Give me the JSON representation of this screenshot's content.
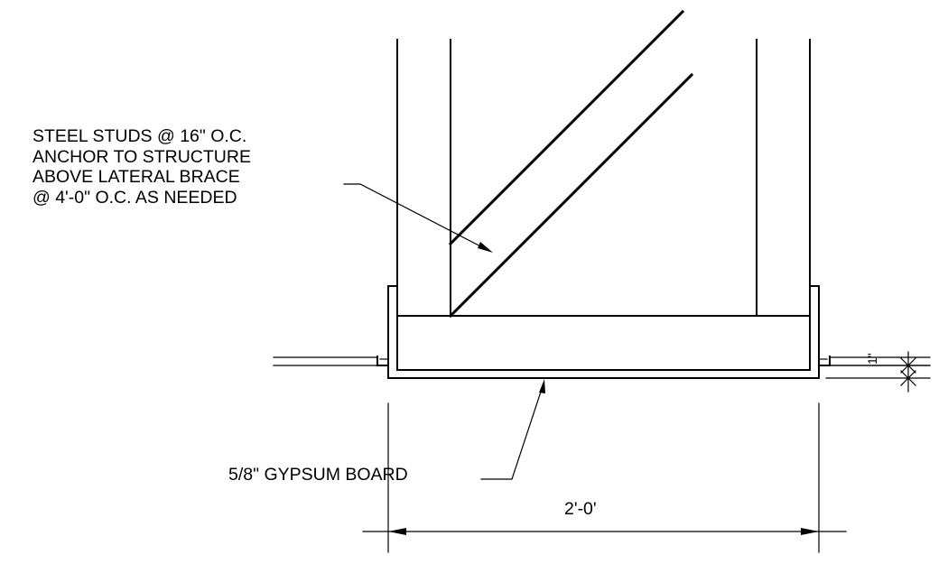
{
  "notes": {
    "studs": [
      "STEEL STUDS @ 16\" O.C.",
      "ANCHOR TO STRUCTURE",
      "ABOVE LATERAL BRACE",
      "@ 4'-0\" O.C. AS NEEDED"
    ],
    "gypsum": "5/8\" GYPSUM BOARD"
  },
  "dimensions": {
    "width": "2'-0'",
    "gap": "1\""
  }
}
